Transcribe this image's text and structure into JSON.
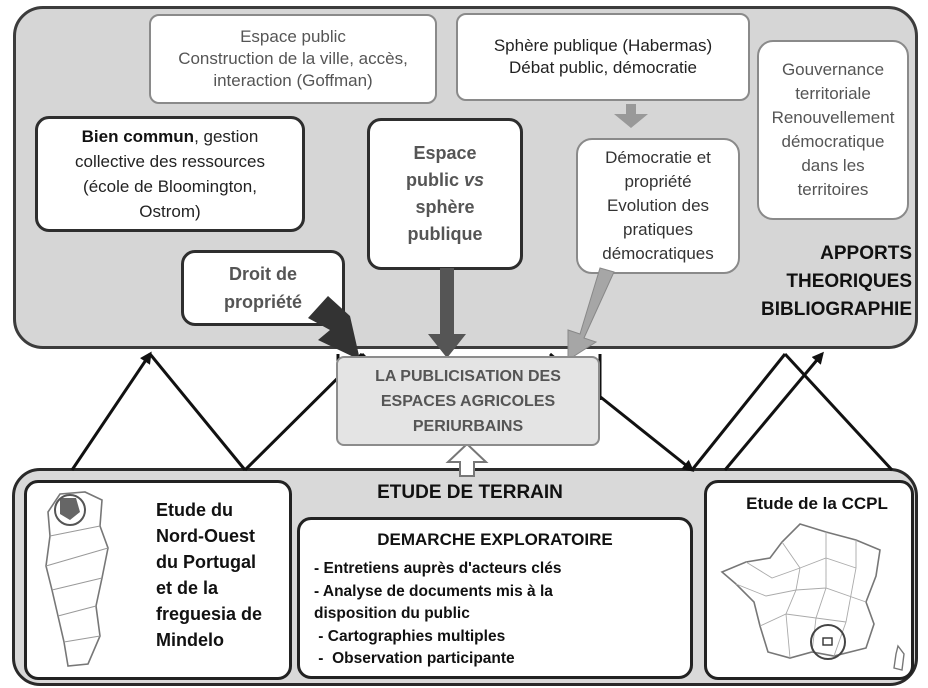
{
  "top_boxes": {
    "espace_public": [
      "Espace public",
      "Construction de la ville, accès,",
      "interaction (Goffman)"
    ],
    "sphere_publique": [
      "Sphère publique (Habermas)",
      "Débat public, démocratie"
    ],
    "gouvernance": [
      "Gouvernance",
      "territoriale",
      "Renouvellement",
      "démocratique",
      "dans les",
      "territoires"
    ],
    "bien_commun": {
      "bold": "Bien commun",
      "line1_rest": ", gestion",
      "line2": "collective des ressources",
      "line3": "(école de Bloomington,",
      "line4": "Ostrom)"
    },
    "espace_vs_sphere": {
      "line1": "Espace",
      "line2_a": "public ",
      "line2_b": "vs",
      "line3": "sphère",
      "line4": "publique"
    },
    "democratie": [
      "Démocratie et",
      "propriété",
      "Evolution des",
      "pratiques",
      "démocratiques"
    ],
    "droit": [
      "Droit de",
      "propriété"
    ]
  },
  "apports": [
    "APPORTS",
    "THEORIQUES",
    "BIBLIOGRAPHIE"
  ],
  "central": [
    "LA PUBLICISATION DES",
    "ESPACES AGRICOLES",
    "PERIURBAINS"
  ],
  "terrain": {
    "title": "ETUDE DE TERRAIN",
    "portugal": [
      "Etude du",
      "Nord-Ouest",
      "du Portugal",
      "et de la",
      "freguesia de",
      "Mindelo"
    ],
    "demarche": {
      "title": "DEMARCHE EXPLORATOIRE",
      "items": [
        "- Entretiens auprès d'acteurs clés",
        "- Analyse de documents mis à la",
        "disposition du public",
        " - Cartographies multiples",
        " -  Observation participante"
      ]
    },
    "ccpl": "Etude de la CCPL"
  }
}
